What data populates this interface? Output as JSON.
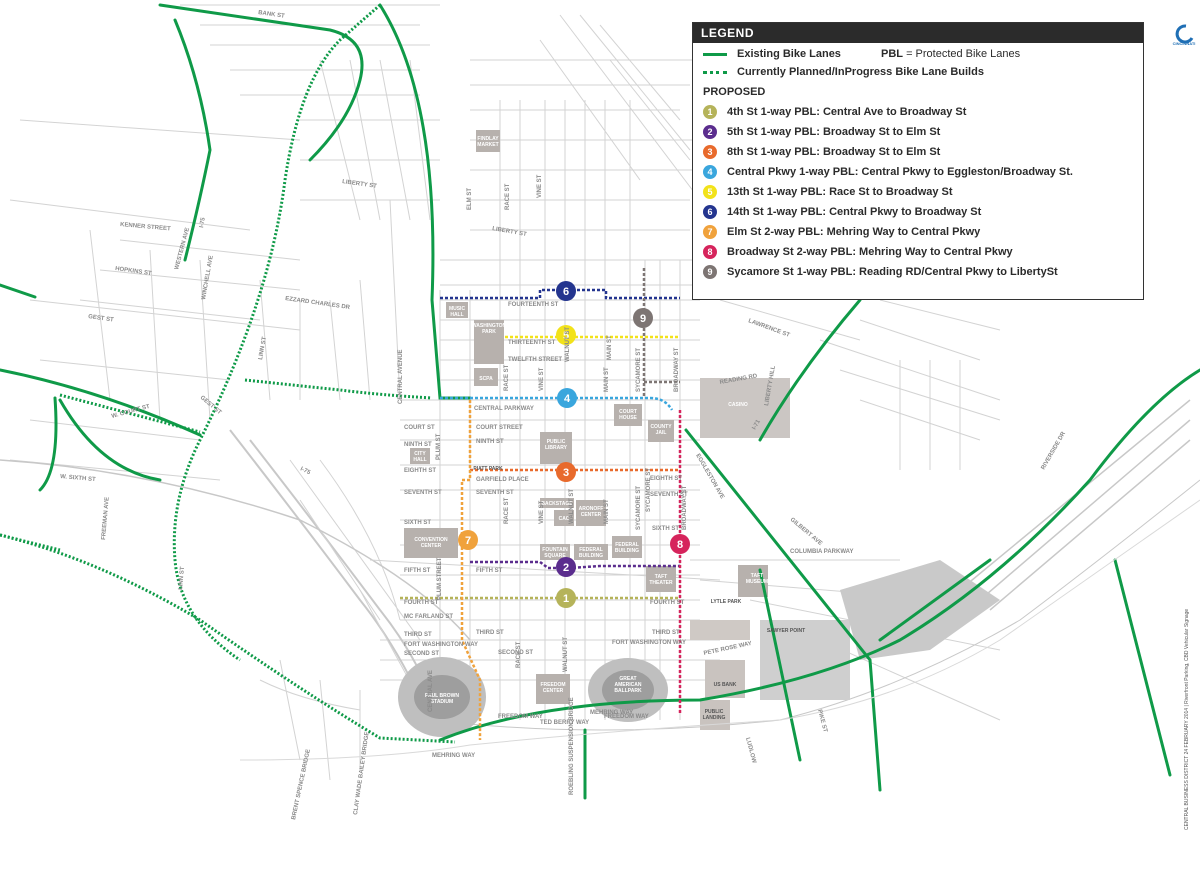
{
  "legend": {
    "title": "LEGEND",
    "existing_label": "Existing Bike Lanes",
    "planned_label": "Currently Planned/InProgress Bike Lane Builds",
    "pbl_abbr": "PBL",
    "pbl_meaning": "= Protected Bike Lanes",
    "proposed_heading": "PROPOSED",
    "existing_color": "#0f9a48",
    "proposed": [
      {
        "num": "1",
        "label": "4th St 1-way PBL: Central Ave to Broadway St",
        "color": "#b5b35a"
      },
      {
        "num": "2",
        "label": "5th St 1-way PBL: Broadway St to Elm St",
        "color": "#5b2d8e"
      },
      {
        "num": "3",
        "label": "8th St 1-way PBL: Broadway St to Elm St",
        "color": "#e86a2c"
      },
      {
        "num": "4",
        "label": "Central Pkwy 1-way PBL: Central Pkwy to Eggleston/Broadway St.",
        "color": "#3aa6dd"
      },
      {
        "num": "5",
        "label": "13th St 1-way PBL: Race St to Broadway St",
        "color": "#f2e21a"
      },
      {
        "num": "6",
        "label": "14th St 1-way PBL: Central Pkwy to Broadway St",
        "color": "#24358f"
      },
      {
        "num": "7",
        "label": "Elm St 2-way PBL: Mehring Way to Central Pkwy",
        "color": "#f0a23c"
      },
      {
        "num": "8",
        "label": "Broadway St 2-way PBL: Mehring Way to Central Pkwy",
        "color": "#d6245c"
      },
      {
        "num": "9",
        "label": "Sycamore St 1-way PBL: Reading RD/Central Pkwy to LibertySt",
        "color": "#7d7573"
      }
    ]
  },
  "logo_text": "CINCINNATI",
  "side_note": "CENTRAL BUSINESS DISTRICT 24 FEBRUARY 2014  |  Riverfront Parking, CBD Vehicular Signage",
  "places": {
    "findlay_market": [
      "FINDLAY",
      "MARKET"
    ],
    "music_hall": [
      "MUSIC",
      "HALL"
    ],
    "washington_park": [
      "WASHINGTON",
      "PARK"
    ],
    "scpa": "SCPA",
    "court_house": [
      "COURT",
      "HOUSE"
    ],
    "county_jail": [
      "COUNTY",
      "JAIL"
    ],
    "public_library": [
      "PUBLIC",
      "LIBRARY"
    ],
    "city_hall": [
      "CITY",
      "HALL"
    ],
    "piatt_park": "PIATT PARK",
    "backstage": "BACKSTAGE",
    "cac": "CAC",
    "aronoff_center": [
      "ARONOFF",
      "CENTER"
    ],
    "convention_center": [
      "CONVENTION",
      "CENTER"
    ],
    "fountain_square": [
      "FOUNTAIN",
      "SQUARE"
    ],
    "federal_building_1": [
      "FEDERAL",
      "BUILDING"
    ],
    "federal_building_2": [
      "FEDERAL",
      "BUILDING"
    ],
    "taft_theater": [
      "TAFT",
      "THEATER"
    ],
    "taft_museum": [
      "TAFT",
      "MUSEUM"
    ],
    "lytle_park": "LYTLE PARK",
    "casino": "CASINO",
    "sawyer_point": "SAWYER POINT",
    "us_bank": "US BANK",
    "public_landing": [
      "PUBLIC",
      "LANDING"
    ],
    "great_american_ballpark": [
      "GREAT",
      "AMERICAN",
      "BALLPARK"
    ],
    "paul_brown_stadium": [
      "PAUL BROWN",
      "STADIUM"
    ],
    "freedom_center": [
      "FREEDOM",
      "CENTER"
    ]
  },
  "streets": {
    "bank_st": "BANK ST",
    "liberty_st": "LIBERTY ST",
    "liberty_st_2": "LIBERTY ST",
    "kenner_street": "KENNER STREET",
    "hopkins_st": "HOPKINS ST",
    "ezzard_charles_dr": "EZZARD CHARLES DR",
    "gest_st": "GEST ST",
    "fourteenth_st": "FOURTEENTH ST",
    "thirteenth_st": "THIRTEENTH ST",
    "twelfth_street": "TWELFTH STREET",
    "central_parkway": "CENTRAL PARKWAY",
    "court_st": "COURT ST",
    "court_street": "COURT STREET",
    "ninth_st": "NINTH ST",
    "ninth_st_2": "NINTH ST",
    "eighth_st": "EIGHTH ST",
    "eighth_st_2": "EIGHTH ST",
    "garfield_place": "GARFIELD PLACE",
    "seventh_st": "SEVENTH ST",
    "seventh_st_2": "SEVENTH ST",
    "seventh_st_3": "SEVENTH ST",
    "sixth_st": "SIXTH ST",
    "sixth_st_2": "SIXTH ST",
    "w_sixth_st": "W. SIXTH ST",
    "fifth_st": "FIFTH ST",
    "fifth_st_2": "FIFTH ST",
    "fourth_st": "FOURTH ST",
    "fourth_st_2": "FOURTH ST",
    "mc_farland_st": "MC FARLAND ST",
    "third_st": "THIRD ST",
    "third_st_2": "THIRD ST",
    "third_st_3": "THIRD ST",
    "fort_washington_way": "FORT WASHINGTON WAY",
    "fort_washington_way_2": "FORT WASHINGTON WAY",
    "second_st": "SECOND ST",
    "second_st_2": "SECOND ST",
    "freedom_way": "FREEDOM WAY",
    "freedom_way_2": "FREEDOM WAY",
    "ted_berry_way": "TED BERRY WAY",
    "mehring_way": "MEHRING WAY",
    "mehring_way_2": "MEHRING WAY",
    "pete_rose_way": "PETE ROSE WAY",
    "columbia_parkway": "COLUMBIA PARKWAY",
    "reading_rd": "READING RD",
    "elm_st": "ELM ST",
    "race_st": "RACE ST",
    "race_st_2": "RACE ST",
    "race_st_3": "RACE ST",
    "race_st_4": "RACE ST",
    "vine_st": "VINE ST",
    "vine_st_2": "VINE ST",
    "vine_st_3": "VINE ST",
    "main_st": "MAIN ST",
    "main_st_2": "MAIN ST",
    "main_st_3": "MAIN ST",
    "walnut_st": "WALNUT ST",
    "walnut_st_2": "WALNUT ST",
    "walnut_st_3": "WALNUT ST",
    "sycamore_st": "SYCAMORE ST",
    "sycamore_st_2": "SYCAMORE ST",
    "broadway": "BROADWAY ST",
    "broadway_2": "BROADWAY ST",
    "plum_st": "PLUM ST",
    "plum_street": "PLUM STREET",
    "central_avenue": "CENTRAL AVENUE",
    "central_ave": "CENTRAL AVE",
    "linn_st": "LINN ST",
    "linn_st_2": "LINN ST",
    "freeman_ave": "FREEMAN AVE",
    "winchell_ave": "WINCHELL AVE",
    "western_ave": "WESTERN AVE",
    "i75": "I-75",
    "i71": "I-71",
    "i75_2": "I-75",
    "w_court_st": "W. COURT ST",
    "gest_st_2": "GEST ST",
    "eggleston_ave": "EGGLESTON AVE",
    "gilbert_ave": "GILBERT AVE",
    "riverside_dr": "RIVERSIDE DR",
    "pike_st": "PIKE ST",
    "liberty_hill": "LIBERTY HILL",
    "lawrence_st": "LAWRENCE ST",
    "roebling": "ROEBLING SUSPENSION BRIDGE",
    "brent_spence": "BRENT SPENCE BRIDGE",
    "clay_wade": "CLAY WADE BAILEY BRIDGE",
    "ludlow": "LUDLOW",
    "sycamore_st_3": "SYCAMORE ST"
  }
}
